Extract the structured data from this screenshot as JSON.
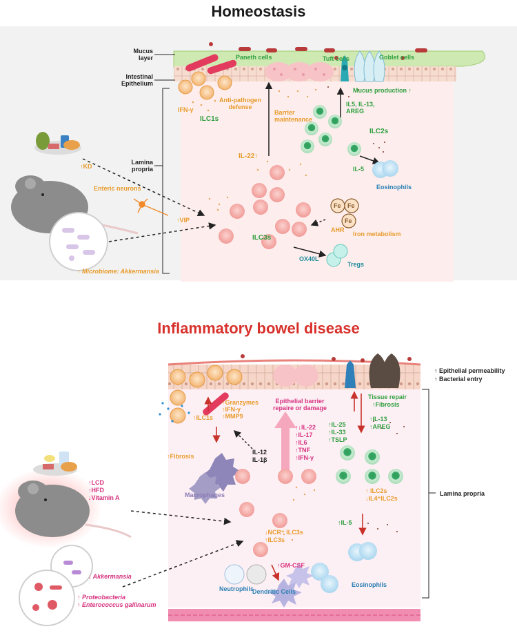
{
  "titles": {
    "homeostasis": "Homeostasis",
    "ibd": "Inflammatory bowel disease"
  },
  "top": {
    "mucus_layer": "Mucus\nlayer",
    "intestinal_epithelium": "Intestinal\nEpithelium",
    "lamina_propria": "Lamina\npropria",
    "paneth_cells": "Paneth cells",
    "tuft_cells": "Tuft cells",
    "goblet_cells": "Goblet cells",
    "mucus_production": "Mucus production ↑",
    "ifn_gamma": "IFN-γ",
    "anti_pathogen": "Anti-pathogen\ndefense",
    "ilc1s": "ILC1s",
    "barrier_maintenance": "Barrier\nmaintenance",
    "il5_il13_areg": "IL5, IL-13,\nAREG",
    "ilc2s": "ILC2s",
    "il22": "IL-22↑",
    "il5": "IL-5",
    "eosinophils": "Eosinophils",
    "kd": "↑KD",
    "enteric_neurons": "Enteric neurons",
    "vip": "↑VIP",
    "fe": "Fe",
    "ahr": "AHR",
    "iron_metabolism": "Iron metabolism",
    "ilc3s": "ILC3s",
    "ox40l": "OX40L",
    "tregs": "Tregs",
    "microbiome_prefix": "↑ ",
    "microbiome": "Microbiome: Akkermansia"
  },
  "bottom": {
    "epithelial_permeability": "↑ Epithelial permeability",
    "bacterial_entry": "↑ Bacterial entry",
    "granzymes": "↑Granzymes",
    "ifn_gamma": "↑IFN-γ",
    "mmp9": "↑MMP9",
    "ilc1s": "↑ILC1s",
    "epithelial_barrier": "Epithelial barrier\nrepaire or damage",
    "tissue_repair": "Tissue repair",
    "fibrosis_up": "↑Fibrosis",
    "il22": "↑↓IL-22",
    "il17": "↑IL-17",
    "il6": "↑IL6",
    "tnf": "↑TNF",
    "ifn_gamma2": "↑IFN-γ",
    "il25": "↑IL-25",
    "il33": "↑IL-33",
    "tslp": "↑TSLP",
    "il13": "↑IL-13",
    "areg": "↑AREG",
    "il12": "IL-12",
    "il1b": "IL-1β",
    "fibrosis": "↑Fibrosis",
    "macrophages": "Macrophages",
    "ilc2s": "↑ ILC2s",
    "il4_ilc2s": "↓IL4⁺ILC2s",
    "lcd": "↑LCD",
    "hfd": "↑HFD",
    "vitamin_a": "↓Vitamin A",
    "ncr_ilc3s": "↓NCR⁺ ILC3s",
    "ilc3s_up": "↑ILC3s",
    "lamina_propria": "Lamina propria",
    "il5": "↑IL-5",
    "gm_csf": "↑GM-CSF",
    "eosinophils": "Eosinophils",
    "neutrophils": "Neutrophils",
    "dendritic_cells": "Dendritic Cells",
    "akkermansia": "↓ Akkermansia",
    "proteobacteria": "↑ Proteobacteria",
    "enterococcus": "↑ Enterococcus gallinarum"
  }
}
